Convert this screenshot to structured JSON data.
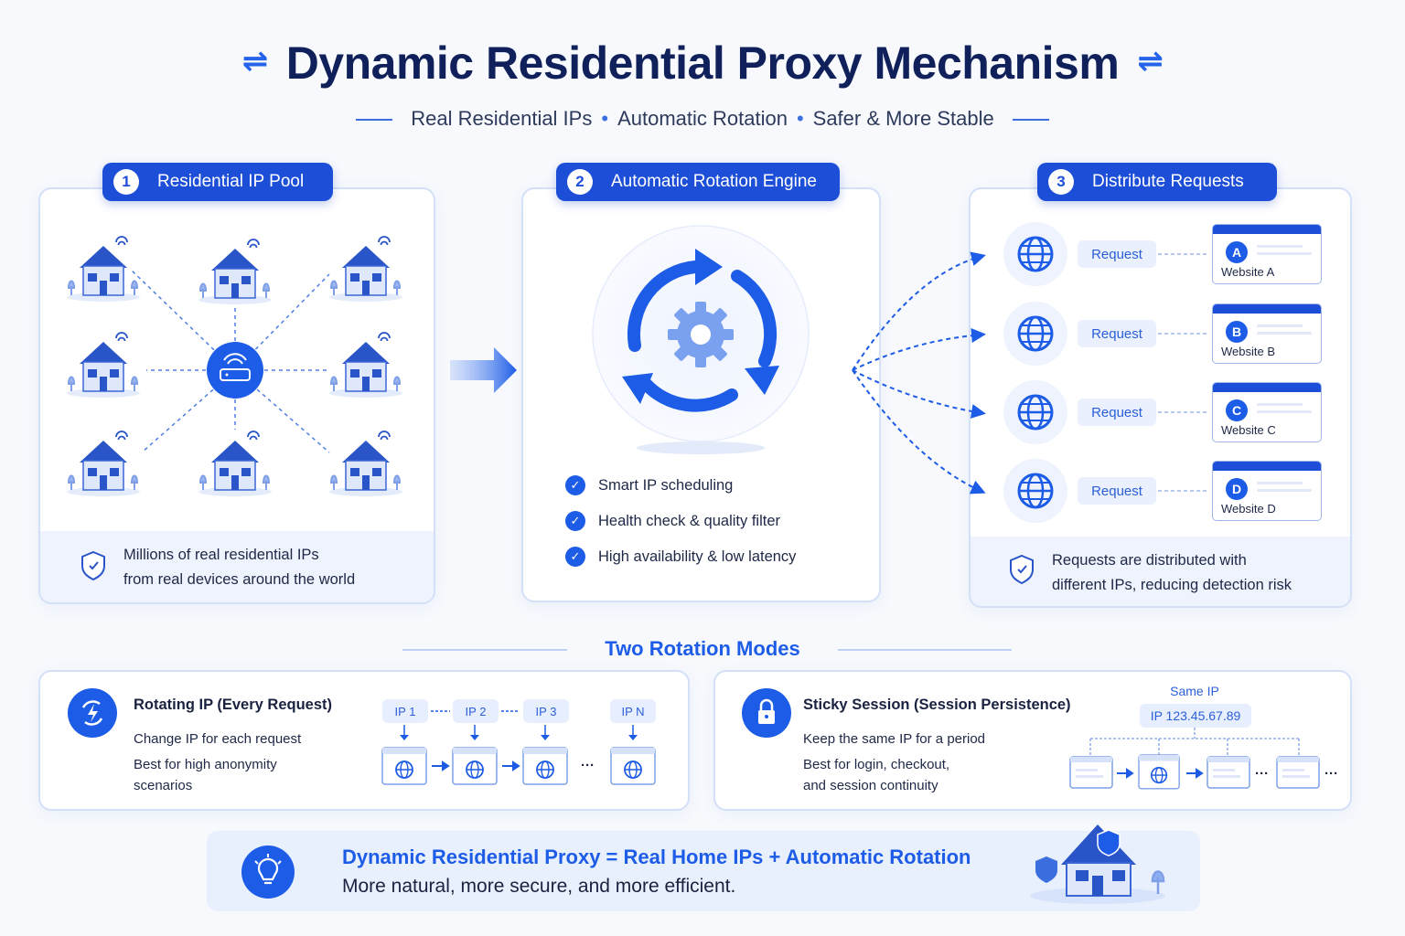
{
  "title": "Dynamic Residential Proxy Mechanism",
  "subtitle": {
    "item1": "Real Residential IPs",
    "item2": "Automatic Rotation",
    "item3": "Safer & More Stable",
    "separator": "•"
  },
  "steps": [
    {
      "num": "1",
      "label": "Residential IP Pool"
    },
    {
      "num": "2",
      "label": "Automatic Rotation Engine"
    },
    {
      "num": "3",
      "label": "Distribute Requests"
    }
  ],
  "pool": {
    "note_line1": "Millions of real residential IPs",
    "note_line2": "from real devices around the world"
  },
  "engine": {
    "features": [
      "Smart IP scheduling",
      "Health check & quality filter",
      "High availability & low latency"
    ],
    "check_glyph": "✓"
  },
  "distribute": {
    "requests": [
      {
        "label": "Request",
        "badge": "A",
        "site": "Website A"
      },
      {
        "label": "Request",
        "badge": "B",
        "site": "Website B"
      },
      {
        "label": "Request",
        "badge": "C",
        "site": "Website C"
      },
      {
        "label": "Request",
        "badge": "D",
        "site": "Website D"
      }
    ],
    "note_line1": "Requests are distributed with",
    "note_line2": "different IPs, reducing detection risk"
  },
  "modes": {
    "section_title": "Two Rotation Modes",
    "rotating": {
      "title": "Rotating IP (Every Request)",
      "line1": "Change IP for each request",
      "line2": "Best for high anonymity",
      "line3": "scenarios",
      "ips": [
        "IP 1",
        "IP 2",
        "IP 3",
        "IP N"
      ],
      "ellipsis": "···"
    },
    "sticky": {
      "title": "Sticky Session (Session Persistence)",
      "line1": "Keep the same IP for a period",
      "line2": "Best for login, checkout,",
      "line3": "and session continuity",
      "same_ip_label": "Same IP",
      "ip": "IP 123.45.67.89",
      "ellipsis": "···"
    }
  },
  "banner": {
    "title": "Dynamic Residential Proxy = Real Home IPs + Automatic Rotation",
    "subtitle": "More natural, more secure, and more efficient."
  },
  "colors": {
    "primary": "#1d4ed8",
    "accent": "#1d5ce6",
    "soft": "#eef3fd",
    "border": "#d4e0f7"
  },
  "icons": [
    "router-wifi-icon",
    "house-icon",
    "gear-icon",
    "refresh-cycle-icon",
    "globe-icon",
    "shield-icon",
    "flash-rotate-icon",
    "lock-icon",
    "lightbulb-icon",
    "arrow-right-icon",
    "browser-window-icon"
  ]
}
